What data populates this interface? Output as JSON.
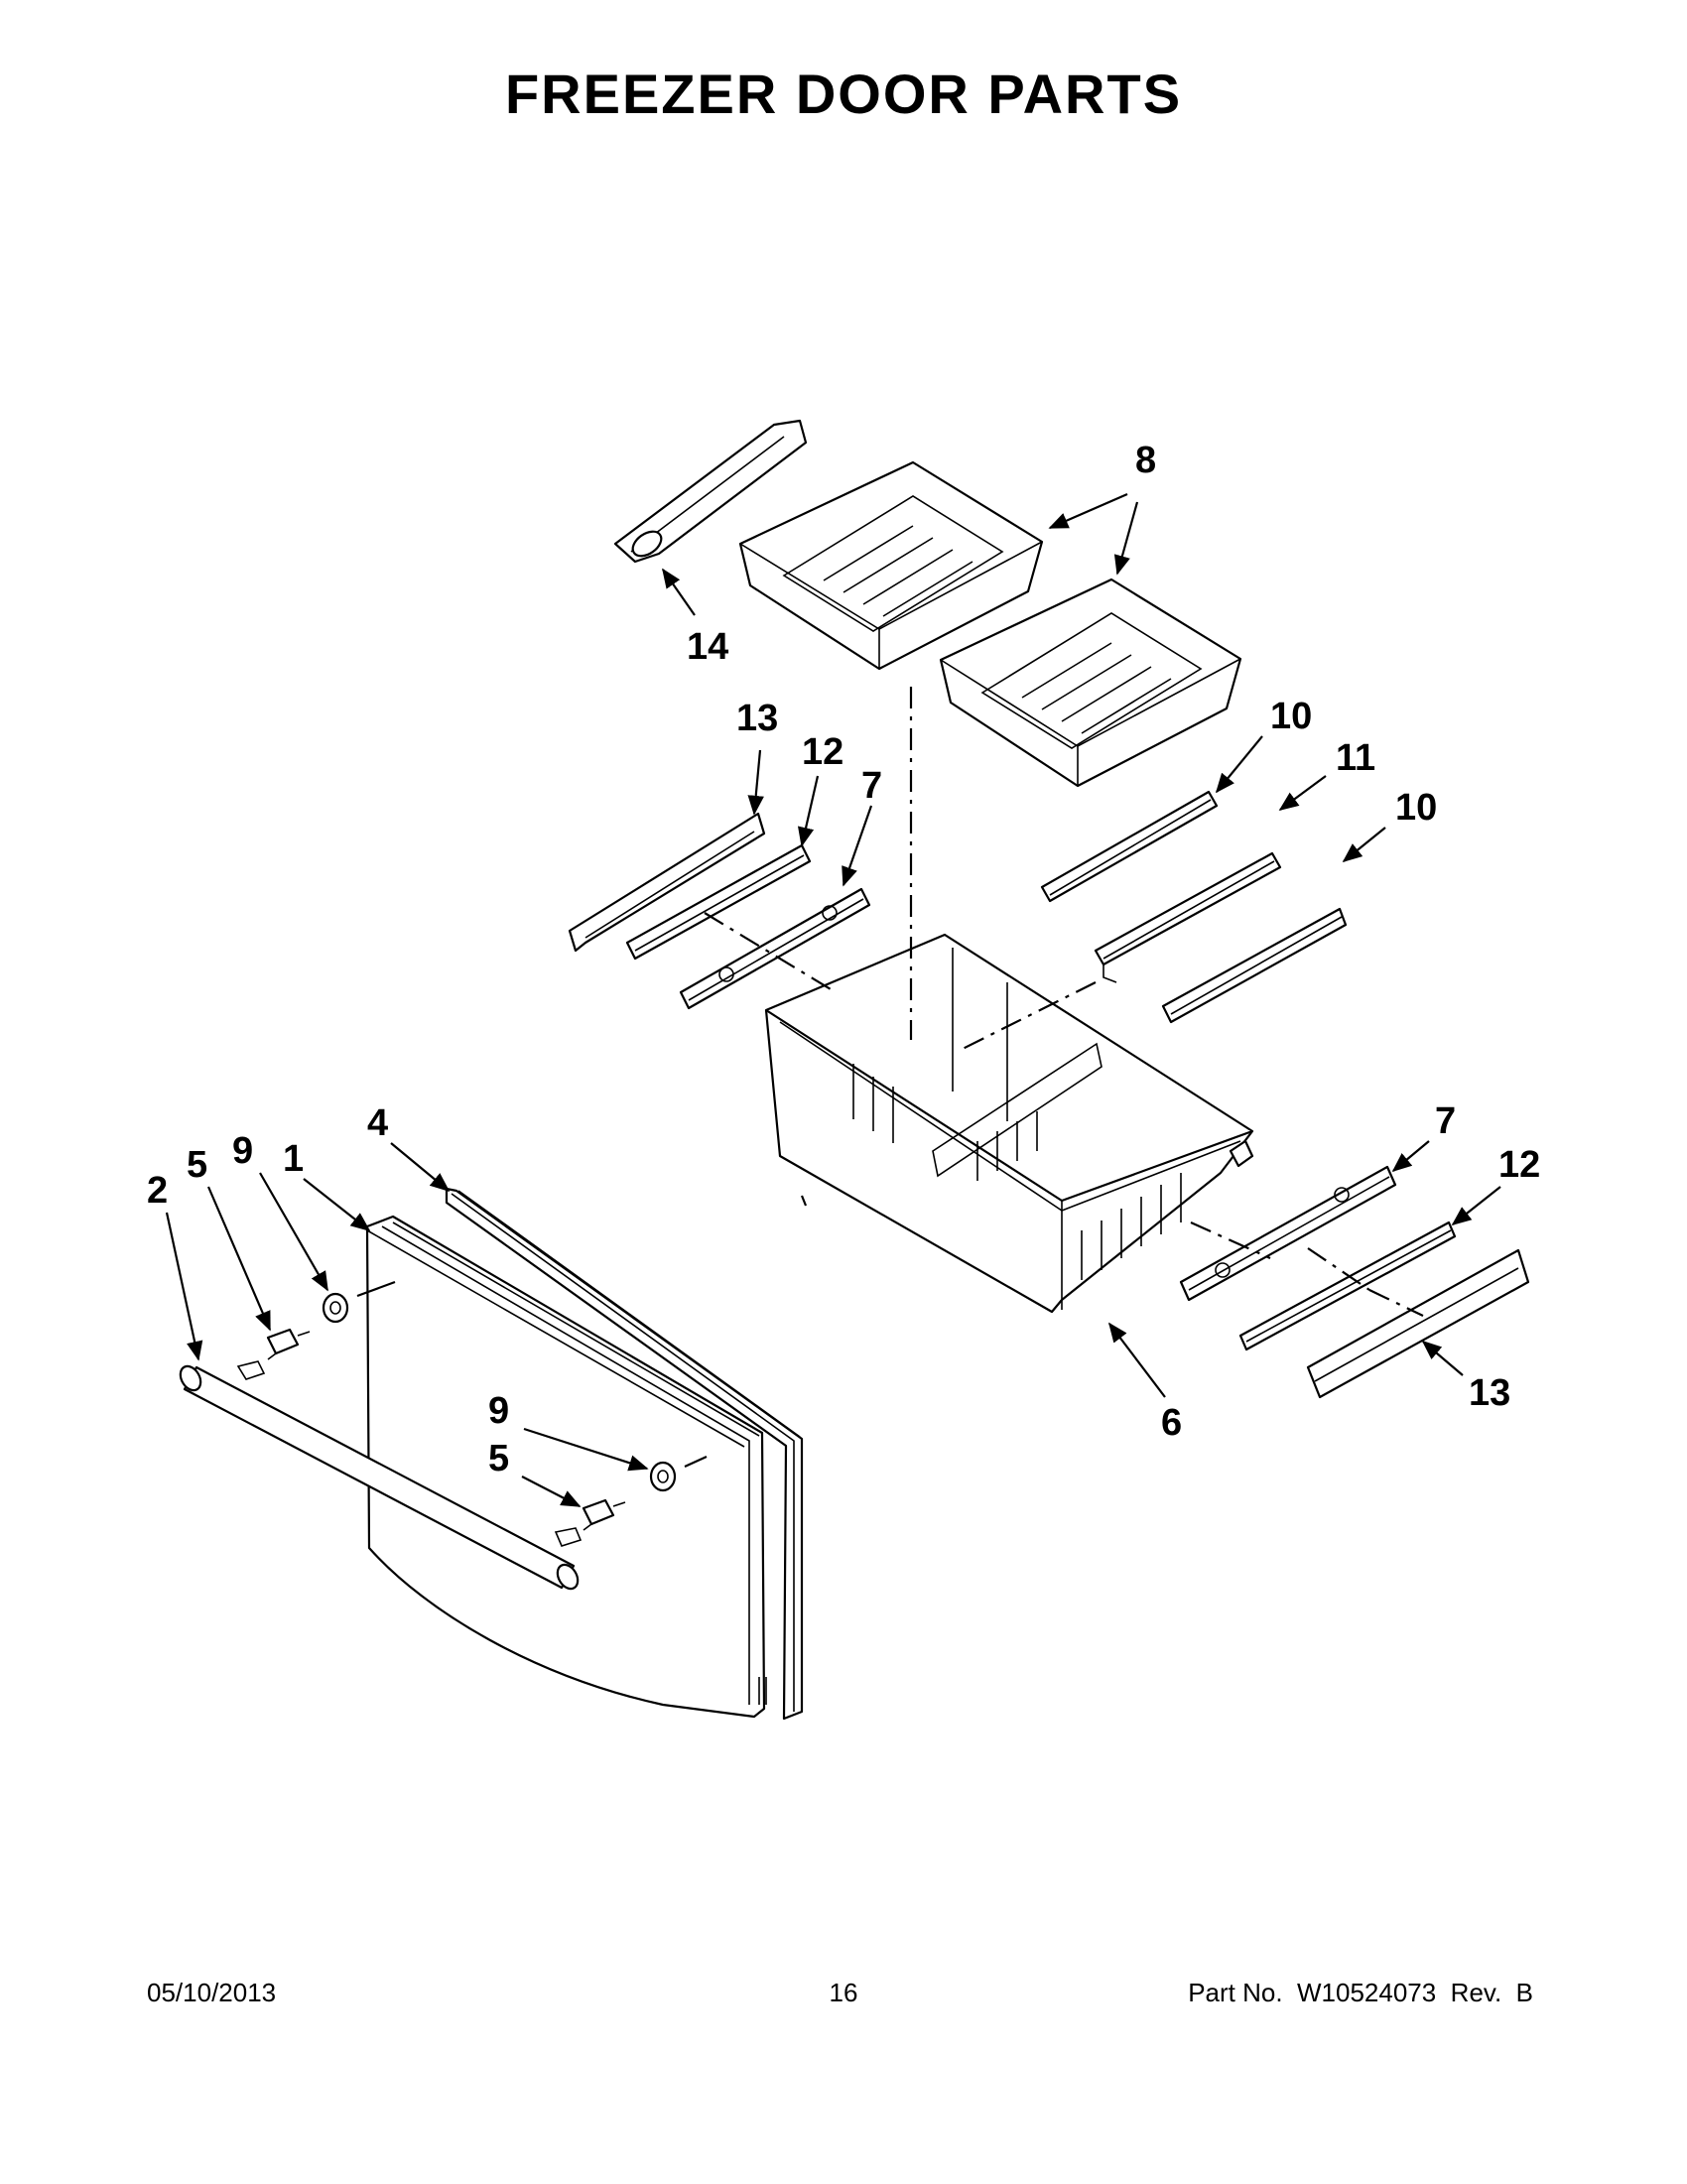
{
  "title": "FREEZER DOOR PARTS",
  "callouts": {
    "c1": "1",
    "c2": "2",
    "c3": "4",
    "c4": "5",
    "c5": "9",
    "c6": "5",
    "c7": "9",
    "c8": "6",
    "c9": "7",
    "c10": "12",
    "c11": "13",
    "c12": "7",
    "c13": "12",
    "c14": "13",
    "c15": "10",
    "c16": "11",
    "c17": "10",
    "c18": "8",
    "c19": "14"
  },
  "footer": {
    "date": "05/10/2013",
    "page": "16",
    "part": "Part No.  W10524073  Rev.  B"
  },
  "icons": [
    "door-panel",
    "door-gasket",
    "handle",
    "handle-screw",
    "handle-spacer",
    "freezer-basket",
    "ice-bin",
    "slide-rail",
    "rail-bracket",
    "rail-cover",
    "air-deflector"
  ]
}
